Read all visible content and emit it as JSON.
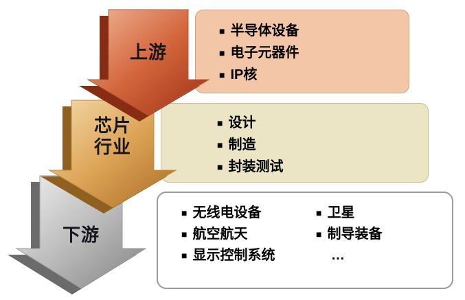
{
  "bullet": "■",
  "arrows": {
    "upstream": {
      "label": "上游"
    },
    "industry": {
      "label": "芯片\n行业"
    },
    "downstream": {
      "label": "下游"
    }
  },
  "boxes": {
    "upstream": {
      "items": [
        "半导体设备",
        "电子元器件",
        "IP核"
      ]
    },
    "industry": {
      "items": [
        "设计",
        "制造",
        "封装测试"
      ]
    },
    "downstream": {
      "col1": [
        "无线电设备",
        "航空航天",
        "显示控制系统"
      ],
      "col2": [
        "卫星",
        "制导装备"
      ],
      "ellipsis": "…"
    }
  },
  "colors": {
    "upstream_arrow_light": "#efae8f",
    "upstream_arrow_dark": "#a2331a",
    "upstream_box_bg": "#f3c6a8",
    "industry_arrow_light": "#f2d8a8",
    "industry_arrow_dark": "#b0702a",
    "industry_box_bg": "#ebe4c5",
    "downstream_arrow_light": "#ececec",
    "downstream_arrow_dark": "#8a8a8a",
    "downstream_box_bg": "#ffffff",
    "label_text": "#16161f"
  }
}
